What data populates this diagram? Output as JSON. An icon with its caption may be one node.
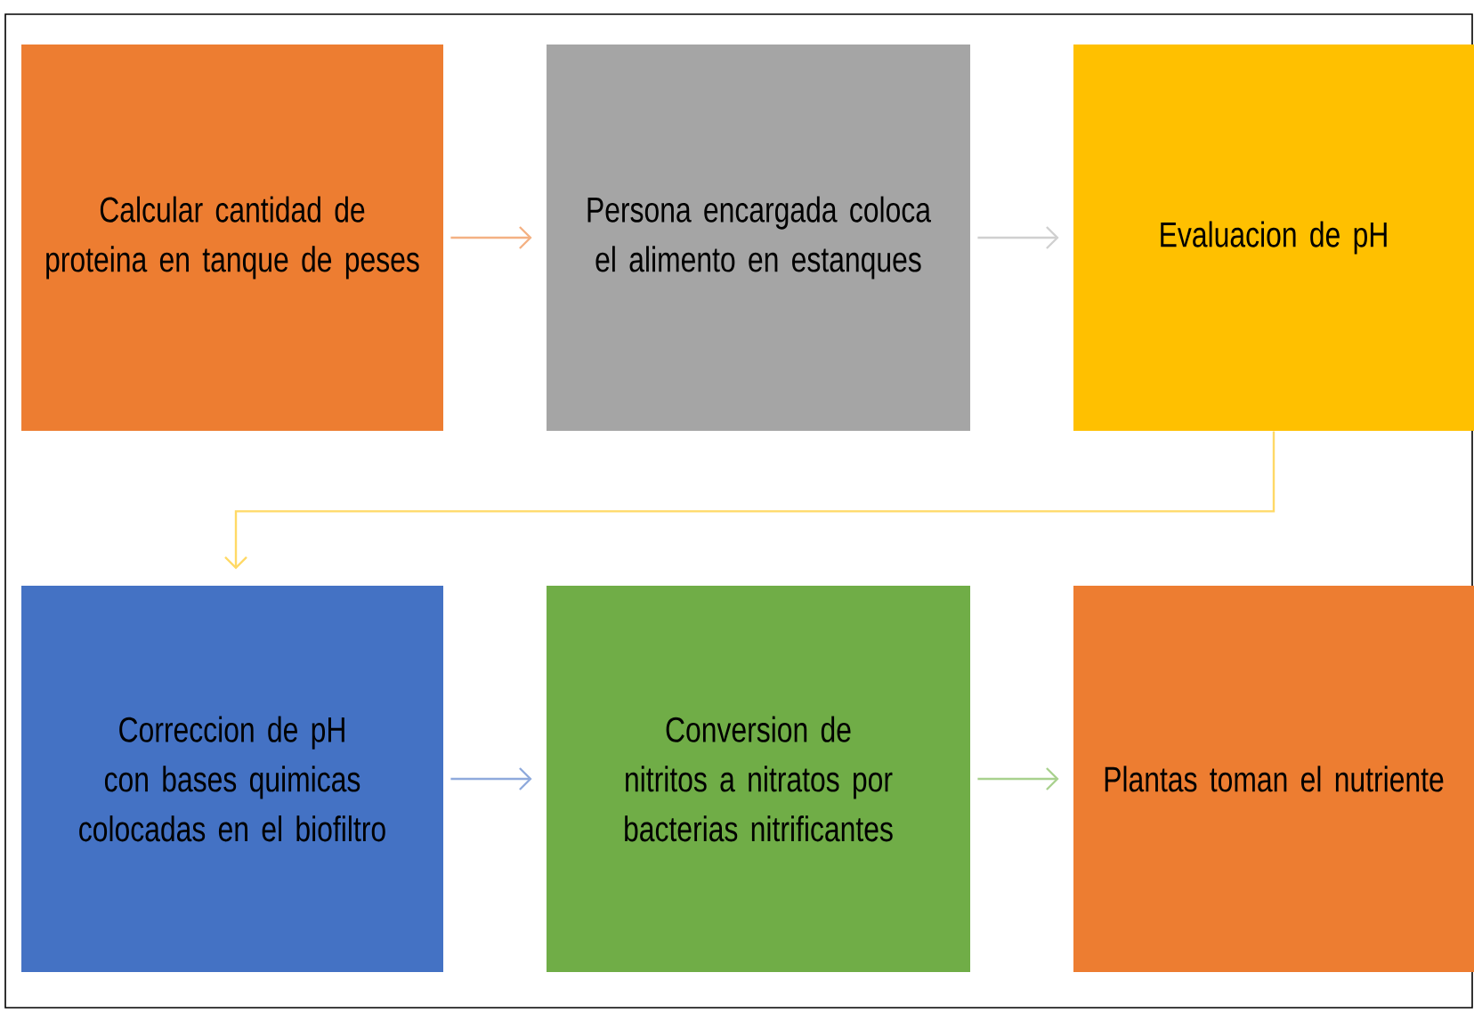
{
  "diagram": {
    "nodes": [
      {
        "text": [
          "Calcular cantidad de proteina en tanque de peses"
        ]
      },
      {
        "text": [
          "Persona encargada coloca el alimento en estanques"
        ]
      },
      {
        "text": [
          "Evaluacion de pH"
        ]
      },
      {
        "text": [
          "Correccion de pH con bases quimicas colocadas en el biofiltro"
        ]
      },
      {
        "text": [
          "Conversion de nitritos a nitratos por bacterias nitrificantes"
        ]
      },
      {
        "text": [
          "Plantas toman el nutriente"
        ]
      }
    ],
    "edges": [
      {
        "from": 0,
        "to": 1,
        "arrow": "to",
        "color": "#f4b183"
      },
      {
        "from": 1,
        "to": 2,
        "arrow": "to",
        "color": "#d0d0d0"
      },
      {
        "from": 2,
        "to": 3,
        "arrow": "to",
        "color": "#ffd966"
      },
      {
        "from": 3,
        "to": 4,
        "arrow": "to",
        "color": "#8faadc"
      },
      {
        "from": 4,
        "to": 5,
        "arrow": "to",
        "color": "#a9d18e"
      }
    ]
  }
}
